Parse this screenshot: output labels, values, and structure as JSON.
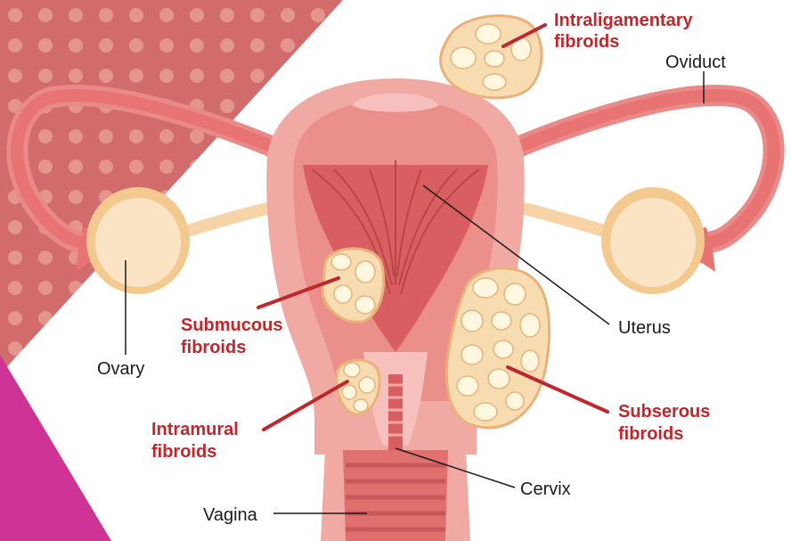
{
  "labels": {
    "intraligamentary_1": "Intraligamentary",
    "intraligamentary_2": "fibroids",
    "oviduct": "Oviduct",
    "uterus": "Uterus",
    "ovary": "Ovary",
    "submucous_1": "Submucous",
    "submucous_2": "fibroids",
    "intramural_1": "Intramural",
    "intramural_2": "fibroids",
    "subserous_1": "Subserous",
    "subserous_2": "fibroids",
    "cervix": "Cervix",
    "vagina": "Vagina"
  },
  "colors": {
    "diagonal_band": "#d26b6b",
    "dots": "#e59a92",
    "magenta_corner": "#cf3395",
    "tissue_light": "#f1a9a4",
    "tissue_mid": "#eb8f8b",
    "tissue_dark": "#e0706e",
    "cavity": "#d95e61",
    "fibroid": "#f7dcb2",
    "fibroid_cell": "#fff7df",
    "ovary": "#fbe4c3",
    "label_red": "#c0272d",
    "leader": "#1b1b1b"
  }
}
